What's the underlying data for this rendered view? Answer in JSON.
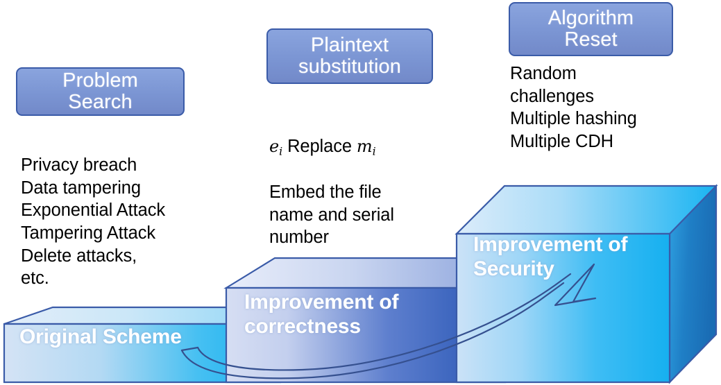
{
  "diagram": {
    "title": "Scheme improvement staircase",
    "colors": {
      "pill_fill": "#7b95d3",
      "pill_border": "#3a5ba8",
      "pill_text": "#ffffff",
      "body_text": "#000000",
      "step1_front_left": "#cfe0f3",
      "step1_front_right": "#18b2ee",
      "step2_front_left": "#c7d4ef",
      "step2_front_right": "#2a55b5",
      "step3_front_left": "#c5def5",
      "step3_front_right": "#22b3f0",
      "step3_side": "#1b72c0",
      "outline": "#3a5ba8",
      "arrow_stroke": "#35508f"
    },
    "columns": [
      {
        "id": "problem-search",
        "pill_label": "Problem\nSearch",
        "body": "Privacy breach\nData tampering\nExponential Attack\nTampering Attack\nDelete attacks,\netc."
      },
      {
        "id": "plaintext-substitution",
        "pill_label": "Plaintext\nsubstitution",
        "math_line": {
          "var_left": "e",
          "var_left_sub": "i",
          "middle": " Replace ",
          "var_right": "m",
          "var_right_sub": "i"
        },
        "body": "Embed the file\nname and serial\nnumber"
      },
      {
        "id": "algorithm-reset",
        "pill_label": "Algorithm\nReset",
        "body": "Random\nchallenges\nMultiple hashing\nMultiple CDH"
      }
    ],
    "steps": [
      {
        "id": "step-original-scheme",
        "label": "Original Scheme"
      },
      {
        "id": "step-improvement-correctness",
        "label": "Improvement of\ncorrectness"
      },
      {
        "id": "step-improvement-security",
        "label": "Improvement of\nSecurity"
      }
    ],
    "arrow": {
      "name": "progress-arrow",
      "description": "curved upward arrow from Original Scheme to Improvement of Security"
    }
  }
}
